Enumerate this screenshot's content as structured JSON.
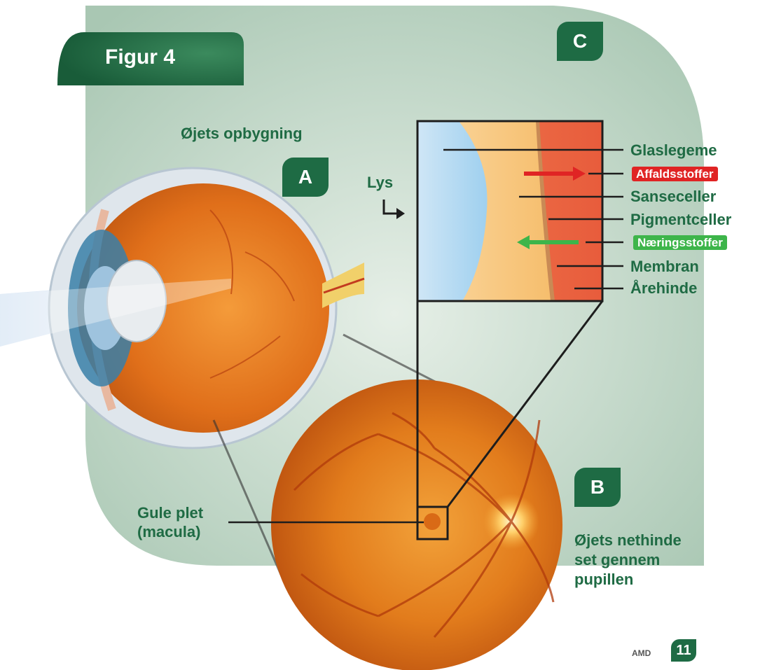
{
  "figure": {
    "label": "Figur 4"
  },
  "panel_a": {
    "badge": "A",
    "title": "Øjets opbygning"
  },
  "panel_b": {
    "badge": "B",
    "caption_lines": [
      "Øjets nethinde",
      "set gennem",
      "pupillen"
    ]
  },
  "panel_c": {
    "badge": "C",
    "light_label": "Lys",
    "layers": [
      "Glaslegeme",
      "Sanseceller",
      "Pigmentceller",
      "Membran",
      "Årehinde"
    ],
    "waste_label": "Affaldsstoffer",
    "nutrients_label": "Næringsstoffer"
  },
  "macula_label": {
    "line1": "Gule plet",
    "line2": "(macula)"
  },
  "footer": {
    "text": "AMD",
    "page_number": "11"
  },
  "colors": {
    "background_panel": "#cfe0d2",
    "accent_green": "#1e6b44",
    "label_green": "#1f6b44",
    "waste_red": "#e02424",
    "nutrient_green": "#3db54a",
    "retina_orange": "#e0791a"
  }
}
